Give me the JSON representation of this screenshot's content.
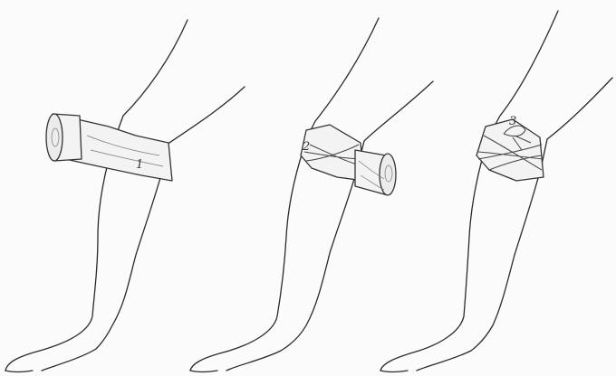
{
  "figure": {
    "steps": [
      {
        "number": "1"
      },
      {
        "number": "2"
      },
      {
        "number": "3"
      }
    ]
  }
}
